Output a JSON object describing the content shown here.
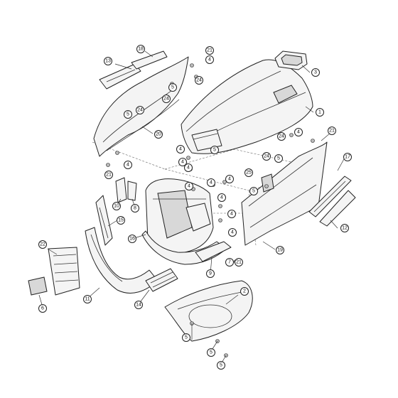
{
  "diagram": {
    "callouts": [
      {
        "id": "c1",
        "label": "1"
      },
      {
        "id": "c2",
        "label": "2"
      },
      {
        "id": "c3",
        "label": "3"
      },
      {
        "id": "c4a",
        "label": "4"
      },
      {
        "id": "c4b",
        "label": "4"
      },
      {
        "id": "c4c",
        "label": "4"
      },
      {
        "id": "c4d",
        "label": "4"
      },
      {
        "id": "c4e",
        "label": "4"
      },
      {
        "id": "c4f",
        "label": "4"
      },
      {
        "id": "c4g",
        "label": "4"
      },
      {
        "id": "c4h",
        "label": "4"
      },
      {
        "id": "c4i",
        "label": "4"
      },
      {
        "id": "c4j",
        "label": "4"
      },
      {
        "id": "c4k",
        "label": "4"
      },
      {
        "id": "c4l",
        "label": "4"
      },
      {
        "id": "c5a",
        "label": "5"
      },
      {
        "id": "c5b",
        "label": "5"
      },
      {
        "id": "c5c",
        "label": "5"
      },
      {
        "id": "c5d",
        "label": "5"
      },
      {
        "id": "c5e",
        "label": "5"
      },
      {
        "id": "c5f",
        "label": "5"
      },
      {
        "id": "c5g",
        "label": "5"
      },
      {
        "id": "c5h",
        "label": "5"
      },
      {
        "id": "c6",
        "label": "6"
      },
      {
        "id": "c7",
        "label": "7"
      },
      {
        "id": "c8",
        "label": "8"
      },
      {
        "id": "c9",
        "label": "9"
      },
      {
        "id": "c10",
        "label": "10"
      },
      {
        "id": "c11",
        "label": "11"
      },
      {
        "id": "c12",
        "label": "12"
      },
      {
        "id": "c13",
        "label": "13"
      },
      {
        "id": "c14",
        "label": "14"
      },
      {
        "id": "c15",
        "label": "15"
      },
      {
        "id": "c16",
        "label": "16"
      },
      {
        "id": "c17",
        "label": "17"
      },
      {
        "id": "c18",
        "label": "18"
      },
      {
        "id": "c19",
        "label": "19"
      },
      {
        "id": "c20",
        "label": "20"
      },
      {
        "id": "c21a",
        "label": "21"
      },
      {
        "id": "c21b",
        "label": "21"
      },
      {
        "id": "c21c",
        "label": "21"
      },
      {
        "id": "c21d",
        "label": "21"
      },
      {
        "id": "c22",
        "label": "22"
      },
      {
        "id": "c24a",
        "label": "24"
      },
      {
        "id": "c24b",
        "label": "24"
      },
      {
        "id": "c24c",
        "label": "24"
      },
      {
        "id": "c24d",
        "label": "24"
      },
      {
        "id": "c24e",
        "label": "24"
      },
      {
        "id": "c25",
        "label": "25"
      }
    ]
  }
}
